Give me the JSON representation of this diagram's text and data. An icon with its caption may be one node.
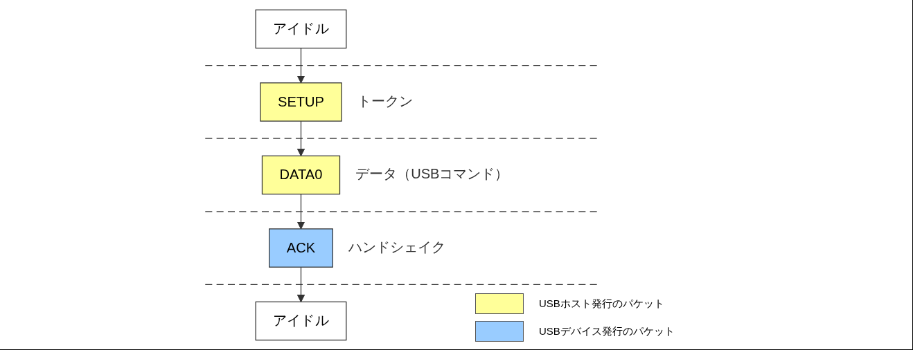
{
  "diagram": {
    "nodes": [
      {
        "text": [
          "アイドル"
        ]
      },
      {
        "text": [
          "SETUP"
        ],
        "beside": [
          "トークン"
        ]
      },
      {
        "text": [
          "DATA0"
        ],
        "beside": [
          "データ（USBコマンド）"
        ]
      },
      {
        "text": [
          "ACK"
        ],
        "beside": [
          "ハンドシェイク"
        ]
      },
      {
        "text": [
          "アイドル"
        ]
      }
    ],
    "edges": [
      {
        "from": 0,
        "to": 1,
        "arrow": "to"
      },
      {
        "from": 1,
        "to": 2,
        "arrow": "to"
      },
      {
        "from": 2,
        "to": 3,
        "arrow": "to"
      },
      {
        "from": 3,
        "to": 4,
        "arrow": "to"
      }
    ],
    "legend": [
      {
        "text": "USBホスト発行のパケット",
        "color": "#ffff99"
      },
      {
        "text": "USBデバイス発行のパケット",
        "color": "#99ccff"
      }
    ]
  }
}
